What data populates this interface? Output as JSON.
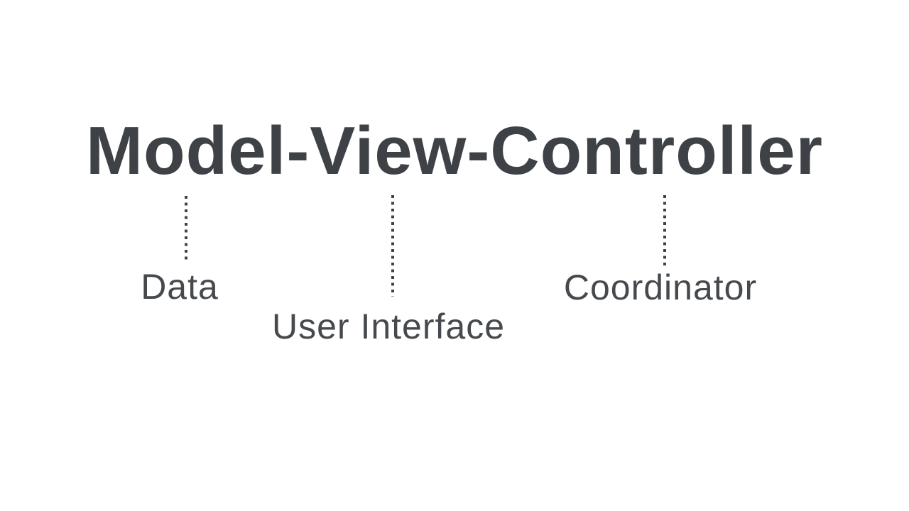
{
  "slide": {
    "background": "#ffffff",
    "title": {
      "text": "Model-View-Controller",
      "color": "#3e4247"
    },
    "connector_style": {
      "type": "dotted-vertical-line",
      "dot_color": "#3f4347"
    },
    "annotations": [
      {
        "component": "Model",
        "label": "Data"
      },
      {
        "component": "View",
        "label": "User Interface"
      },
      {
        "component": "Controller",
        "label": "Coordinator"
      }
    ],
    "label_color": "#46494d"
  }
}
